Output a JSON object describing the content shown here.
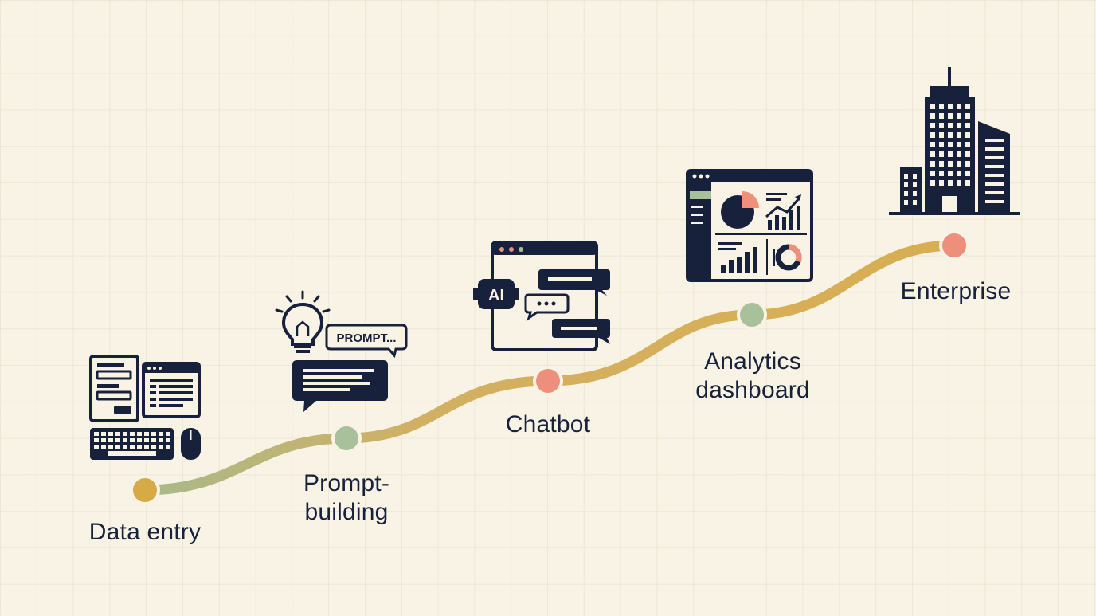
{
  "colors": {
    "ink": "#17213b",
    "background": "#f8f3e4",
    "path_start": "#a9b98a",
    "path_end": "#d9ae52",
    "node_gold": "#d6aa45",
    "node_sage": "#a9c19b",
    "node_coral": "#ee8f7c",
    "accent_salmon": "#f0907a"
  },
  "stages": [
    {
      "label": "Data entry",
      "icon": "data-entry-icon",
      "node_color": "#d6aa45"
    },
    {
      "label": "Prompt-\nbuilding",
      "icon": "prompt-building-icon",
      "node_color": "#a9c19b",
      "bubble_text": "PROMPT..."
    },
    {
      "label": "Chatbot",
      "icon": "chatbot-icon",
      "node_color": "#ee8f7c",
      "badge_text": "AI"
    },
    {
      "label": "Analytics\ndashboard",
      "icon": "analytics-dashboard-icon",
      "node_color": "#a9c19b"
    },
    {
      "label": "Enterprise",
      "icon": "enterprise-building-icon",
      "node_color": "#ee8f7c"
    }
  ]
}
